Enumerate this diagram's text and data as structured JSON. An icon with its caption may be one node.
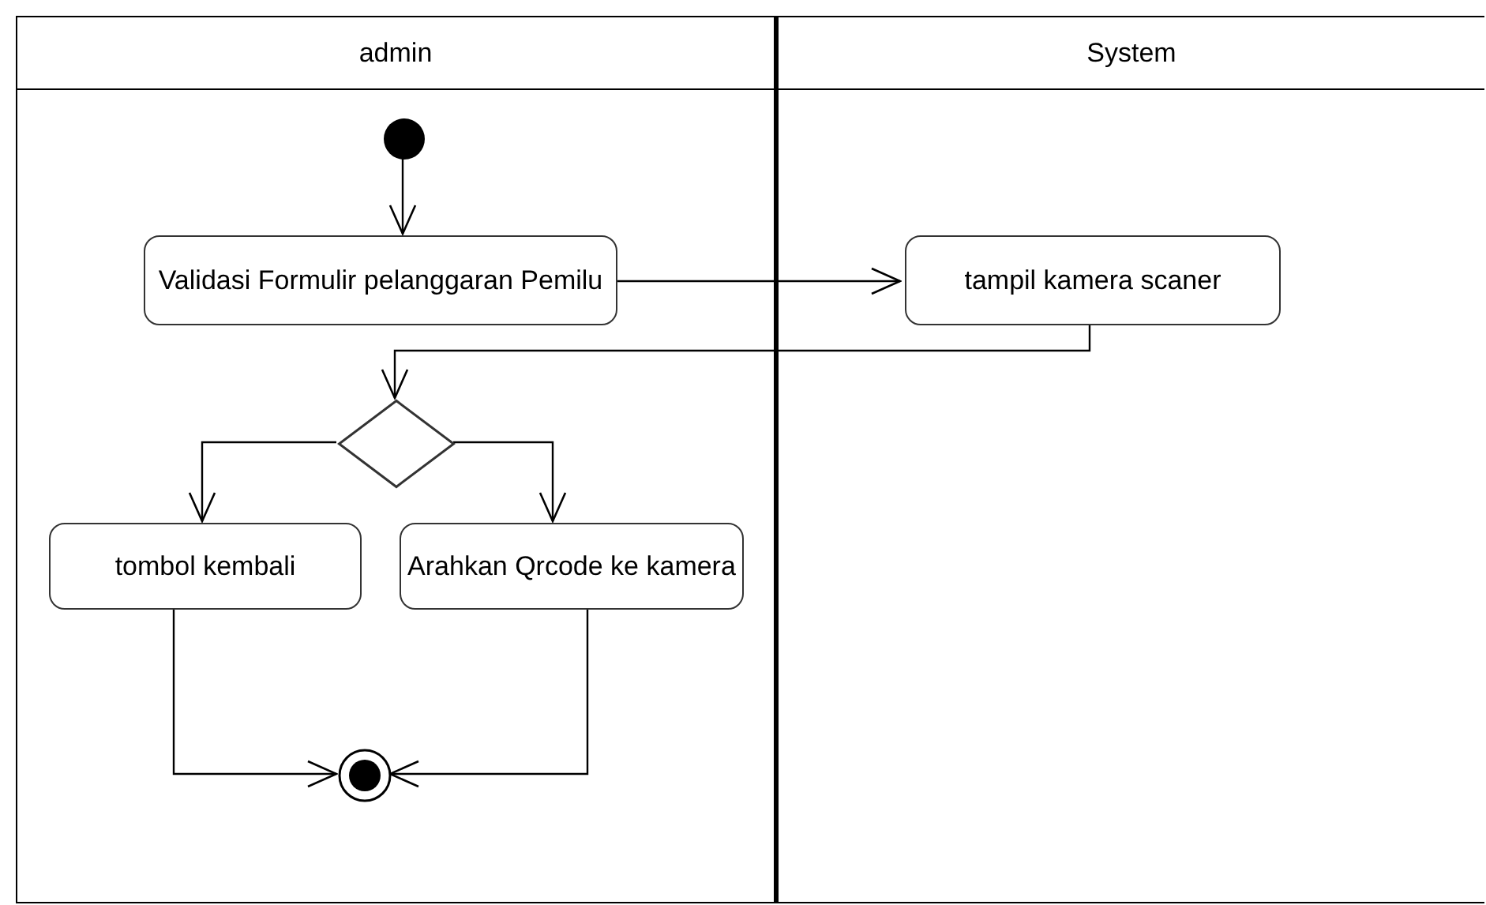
{
  "diagram": {
    "nodes": [
      {
        "text": [
          "admin"
        ]
      },
      {
        "text": [
          "System"
        ]
      },
      {
        "text": [],
        "shape": "circle",
        "in": 0
      },
      {
        "text": [
          "Validasi Formulir pelanggaran Pemilu"
        ],
        "in": 0
      },
      {
        "text": [
          "tampil kamera scaner"
        ],
        "in": 1
      },
      {
        "text": [],
        "shape": "diamond",
        "in": 0
      },
      {
        "text": [
          "tombol kembali"
        ],
        "in": 0
      },
      {
        "text": [
          "Arahkan Qrcode ke kamera"
        ],
        "in": 0
      },
      {
        "text": [],
        "shape": "circle",
        "in": 0
      }
    ],
    "edges": [
      {
        "from": 2,
        "to": 3,
        "arrow": "to"
      },
      {
        "from": 3,
        "to": 4,
        "arrow": "to"
      },
      {
        "from": 4,
        "to": 5,
        "arrow": "to"
      },
      {
        "from": 5,
        "to": 6,
        "arrow": "to"
      },
      {
        "from": 5,
        "to": 7,
        "arrow": "to"
      },
      {
        "from": 6,
        "to": 8,
        "arrow": "to"
      },
      {
        "from": 7,
        "to": 8,
        "arrow": "to"
      }
    ]
  }
}
